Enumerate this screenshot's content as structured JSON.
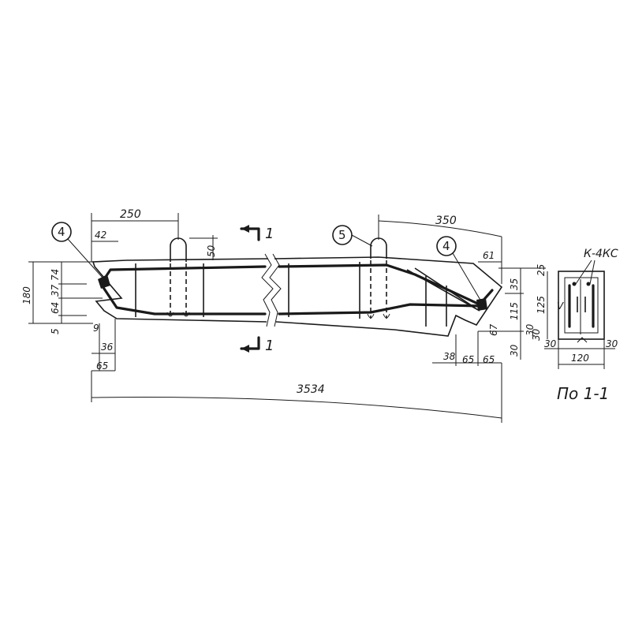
{
  "callouts": {
    "left_anchor": "4",
    "lifting_loop": "5",
    "right_anchor": "4"
  },
  "section_marks": {
    "top": "1",
    "bottom": "1",
    "caption": "По 1-1",
    "cage_label": "К-4КС"
  },
  "dimensions": {
    "left_offset": "250",
    "right_offset": "350",
    "loop_height": "50",
    "left_end_top": "42",
    "right_end_top": "61",
    "total_length": "3534",
    "left_height": "180",
    "left_seg_74": "74",
    "left_seg_37": "37",
    "left_seg_64": "64",
    "left_seg_5": "5",
    "left_9": "9",
    "left_36": "36",
    "left_65": "65",
    "right_35": "35",
    "right_115": "115",
    "right_67": "67",
    "right_30": "30",
    "right_30b": "30",
    "right_38": "38",
    "right_65a": "65",
    "right_65b": "65",
    "sec_25": "25",
    "sec_125": "125",
    "sec_30_top": "30",
    "sec_30_left": "30",
    "sec_30_right": "30",
    "sec_120": "120"
  }
}
